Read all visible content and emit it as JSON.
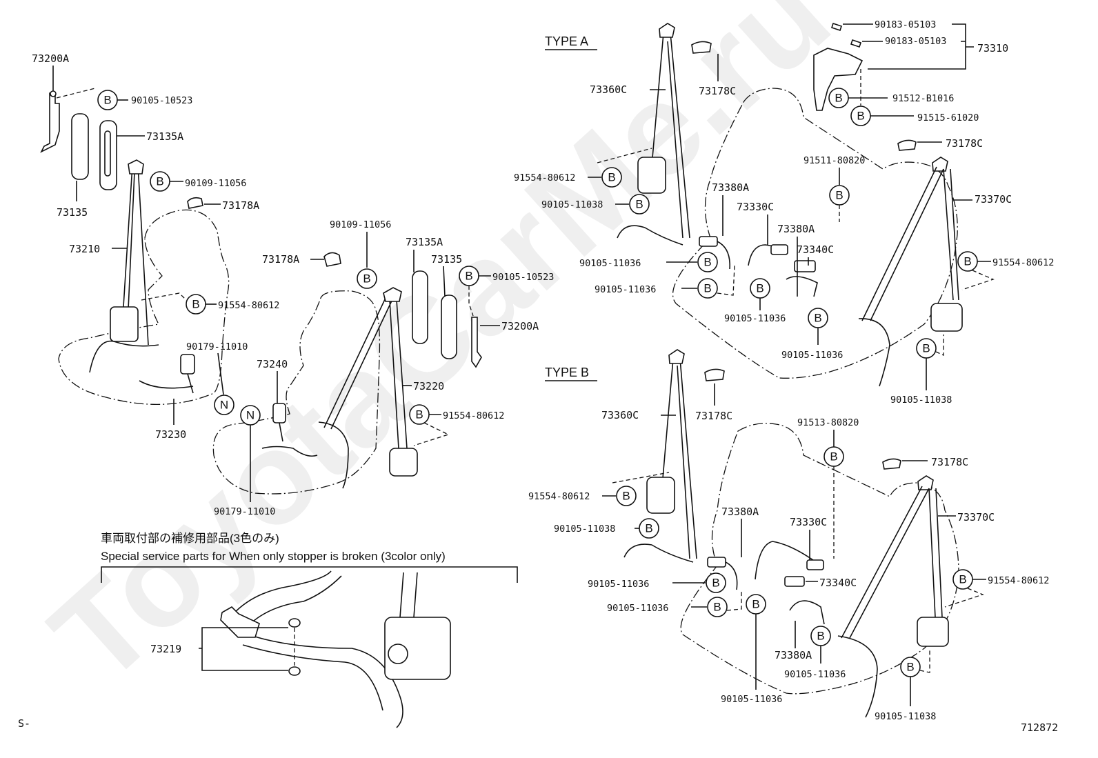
{
  "watermark": "ToyotaCarMe.ru",
  "sections": {
    "type_a_title": "TYPE A",
    "type_b_title": "TYPE B",
    "service_note_jp": "車両取付部の補修用部品(3色のみ)",
    "service_note_en": "Special service parts for When only stopper is broken (3color only)"
  },
  "footer": {
    "left_code": "S-",
    "diagram_number": "712872"
  },
  "badges": {
    "bolt": "B",
    "nut": "N"
  },
  "front_left": {
    "anchor_73200a": "73200A",
    "bolt_90105_10523": "90105-10523",
    "cover_73135a": "73135A",
    "cover_73135": "73135",
    "bolt_90109_11056": "90109-11056",
    "cover_73178a": "73178A",
    "belt_73210": "73210",
    "bolt_91554_80612": "91554-80612",
    "nut_90179_11010": "90179-11010",
    "buckle_73230": "73230"
  },
  "front_right": {
    "bolt_90109_11056": "90109-11056",
    "cover_73178a": "73178A",
    "cover_73135a": "73135A",
    "cover_73135": "73135",
    "bolt_90105_10523": "90105-10523",
    "anchor_73200a": "73200A",
    "buckle_73240": "73240",
    "belt_73220": "73220",
    "bolt_91554_80612": "91554-80612",
    "nut_90179_11010": "90179-11010"
  },
  "service_part": {
    "stopper_73219": "73219"
  },
  "type_a": {
    "belt_73360c": "73360C",
    "cover_73178c_left": "73178C",
    "bolt_91554_80612_left": "91554-80612",
    "bolt_90105_11038_left": "90105-11038",
    "buckle_73380a_1": "73380A",
    "belt_73330c": "73330C",
    "buckle_73380a_2": "73380A",
    "buckle_73340c": "73340C",
    "bolt_90105_11036_a": "90105-11036",
    "bolt_90105_11036_b": "90105-11036",
    "bolt_90105_11036_c": "90105-11036",
    "bolt_90105_11036_d": "90105-11036",
    "screw_90183_05103_1": "90183-05103",
    "screw_90183_05103_2": "90183-05103",
    "retractor_73310": "73310",
    "bolt_91512_b1016": "91512-B1016",
    "bolt_91515_61020": "91515-61020",
    "cover_73178c_right": "73178C",
    "bolt_91511_80820": "91511-80820",
    "belt_73370c": "73370C",
    "bolt_91554_80612_right": "91554-80612",
    "bolt_90105_11038_right": "90105-11038"
  },
  "type_b": {
    "belt_73360c": "73360C",
    "cover_73178c_left": "73178C",
    "bolt_91554_80612_left": "91554-80612",
    "bolt_90105_11038_left": "90105-11038",
    "buckle_73380a_1": "73380A",
    "belt_73330c": "73330C",
    "bolt_91513_80820": "91513-80820",
    "cover_73178c_right": "73178C",
    "belt_73370c": "73370C",
    "buckle_73340c": "73340C",
    "bolt_91554_80612_right": "91554-80612",
    "bolt_90105_11036_a": "90105-11036",
    "bolt_90105_11036_b": "90105-11036",
    "buckle_73380a_2": "73380A",
    "bolt_90105_11036_c": "90105-11036",
    "bolt_90105_11036_d": "90105-11036",
    "bolt_90105_11038_right": "90105-11038"
  }
}
